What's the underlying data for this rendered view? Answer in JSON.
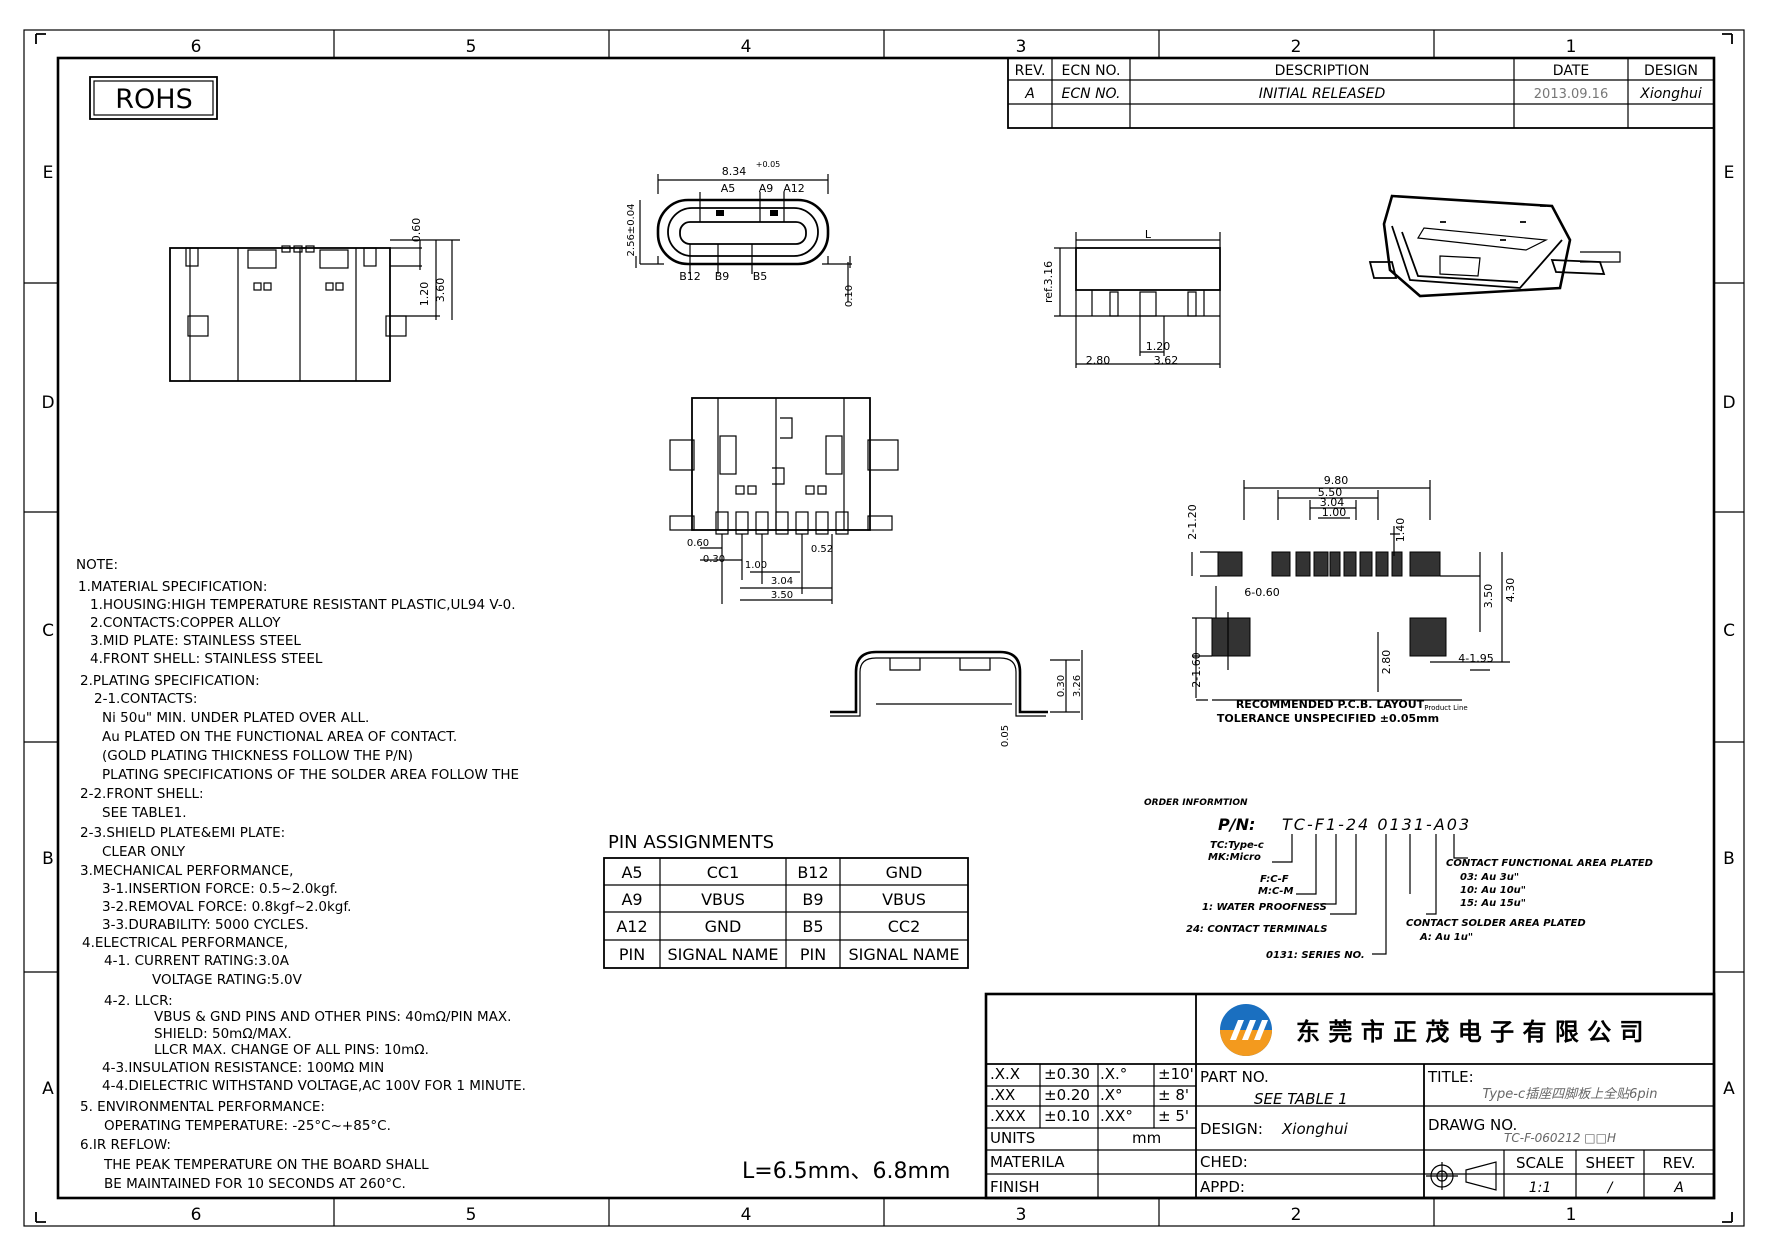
{
  "frame": {
    "columns_top": [
      "6",
      "5",
      "4",
      "3",
      "2",
      "1"
    ],
    "columns_bottom": [
      "6",
      "5",
      "4",
      "3",
      "2",
      "1"
    ],
    "rows": [
      "E",
      "D",
      "C",
      "B",
      "A"
    ]
  },
  "rohs_label": "ROHS",
  "revision_table": {
    "headers": [
      "REV.",
      "ECN NO.",
      "DESCRIPTION",
      "DATE",
      "DESIGN"
    ],
    "row": [
      "A",
      "ECN NO.",
      "INITIAL RELEASED",
      "2013.09.16",
      "Xionghui"
    ]
  },
  "dimensions": {
    "front_width": "8.34",
    "front_width_tol": "+0.05",
    "front_height": "2.56±0.04",
    "front_pins_top": [
      "A5",
      "A9",
      "A12"
    ],
    "front_pins_bottom": [
      "B12",
      "B9",
      "B5"
    ],
    "front_shell_offset": "0.10",
    "top_view_h1": "0.60",
    "top_view_h2": "1.20",
    "top_view_h3": "3.60",
    "side_L": "L",
    "side_height": "ref.3.16",
    "side_a": "2.80",
    "side_b": "1.20",
    "side_c": "3.62",
    "bottom_a": "0.60",
    "bottom_b": "0.30",
    "bottom_c": "1.00",
    "bottom_d": "0.52",
    "bottom_e": "3.04",
    "bottom_f": "3.50",
    "end_a": "0.30",
    "end_b": "3.26",
    "end_c": "0.05",
    "pcb_w1": "9.80",
    "pcb_w2": "5.50",
    "pcb_w3": "3.04",
    "pcb_w4": "1.00",
    "pcb_h1": "2-1.20",
    "pcb_h2": "1.40",
    "pcb_h3": "3.50",
    "pcb_h4": "4.30",
    "pcb_pad": "6-0.60",
    "pcb_h5": "2-1.60",
    "pcb_h6": "2.80",
    "pcb_pad2": "4-1.95",
    "pcb_title": "RECOMMENDED P.C.B. LAYOUT",
    "pcb_tol": "TOLERANCE UNSPECIFIED ±0.05mm",
    "pcb_small": "Product Line"
  },
  "notes": [
    "NOTE:",
    "1.MATERIAL SPECIFICATION:",
    "1.HOUSING:HIGH TEMPERATURE RESISTANT PLASTIC,UL94 V-0.",
    "2.CONTACTS:COPPER ALLOY",
    "3.MID PLATE: STAINLESS STEEL",
    "4.FRONT SHELL: STAINLESS STEEL",
    "2.PLATING SPECIFICATION:",
    "2-1.CONTACTS:",
    "Ni 50u\" MIN. UNDER PLATED OVER ALL.",
    "Au PLATED ON THE FUNCTIONAL AREA OF CONTACT.",
    "(GOLD PLATING THICKNESS FOLLOW THE P/N)",
    "PLATING SPECIFICATIONS OF THE SOLDER AREA FOLLOW THE",
    "2-2.FRONT SHELL:",
    "SEE TABLE1.",
    "2-3.SHIELD PLATE&EMI PLATE:",
    "CLEAR ONLY",
    "3.MECHANICAL PERFORMANCE,",
    "3-1.INSERTION FORCE: 0.5~2.0kgf.",
    "3-2.REMOVAL FORCE: 0.8kgf~2.0kgf.",
    "3-3.DURABILITY: 5000 CYCLES.",
    "4.ELECTRICAL PERFORMANCE,",
    "4-1. CURRENT RATING:3.0A",
    "VOLTAGE RATING:5.0V",
    "4-2. LLCR:",
    "VBUS & GND PINS AND OTHER PINS: 40mΩ/PIN MAX.",
    "SHIELD: 50mΩ/MAX.",
    "LLCR MAX. CHANGE OF ALL PINS: 10mΩ.",
    "4-3.INSULATION RESISTANCE: 100MΩ MIN",
    "4-4.DIELECTRIC WITHSTAND VOLTAGE,AC 100V FOR 1 MINUTE.",
    "5. ENVIRONMENTAL PERFORMANCE:",
    "OPERATING TEMPERATURE: -25°C~+85°C.",
    "6.IR REFLOW:",
    "THE PEAK TEMPERATURE ON THE BOARD SHALL",
    "BE MAINTAINED FOR 10 SECONDS AT 260°C."
  ],
  "pin_assignments": {
    "title": "PIN ASSIGNMENTS",
    "rows": [
      [
        "A5",
        "CC1",
        "B12",
        "GND"
      ],
      [
        "A9",
        "VBUS",
        "B9",
        "VBUS"
      ],
      [
        "A12",
        "GND",
        "B5",
        "CC2"
      ],
      [
        "PIN",
        "SIGNAL NAME",
        "PIN",
        "SIGNAL NAME"
      ]
    ]
  },
  "length_note": "L=6.5mm、6.8mm",
  "order_info": {
    "title": "ORDER INFORMTION",
    "pn_label": "P/N:",
    "pn_value": "TC-F1-24 0131-A03",
    "type_a": "TC:Type-c",
    "type_b": "MK:Micro",
    "gender_a": "F:C-F",
    "gender_b": "M:C-M",
    "water": "1: WATER PROOFNESS",
    "terminals": "24: CONTACT TERMINALS",
    "series": "0131: SERIES NO.",
    "func_title": "CONTACT FUNCTIONAL AREA PLATED",
    "func_1": "03: Au 3u\"",
    "func_2": "10: Au 10u\"",
    "func_3": "15: Au 15u\"",
    "solder_title": "CONTACT SOLDER AREA PLATED",
    "solder_1": "A: Au 1u\""
  },
  "title_block": {
    "company": "东 莞 市 正 茂 电 子 有 限 公 司",
    "tolerances": [
      [
        ".X.X",
        "±0.30",
        ".X.°",
        "±10'"
      ],
      [
        ".XX",
        "±0.20",
        ".X°",
        "± 8'"
      ],
      [
        ".XXX",
        "±0.10",
        ".XX°",
        "± 5'"
      ]
    ],
    "units_label": "UNITS",
    "units_value": "mm",
    "material_label": "MATERILA",
    "finish_label": "FINISH",
    "part_no_label": "PART NO.",
    "part_no_value": "SEE TABLE 1",
    "design_label": "DESIGN:",
    "design_value": "Xionghui",
    "ched_label": "CHED:",
    "appd_label": "APPD:",
    "title_label": "TITLE:",
    "title_value": "Type-c插座四脚板上全贴6pin",
    "drawg_label": "DRAWG NO.",
    "drawg_value": "TC-F-060212 □□H",
    "scale_label": "SCALE",
    "scale_value": "1:1",
    "sheet_label": "SHEET",
    "sheet_value": "/",
    "rev_label": "REV.",
    "rev_value": "A"
  },
  "colors": {
    "logo_blue": "#1a6fc0",
    "logo_orange": "#f39a1e"
  }
}
